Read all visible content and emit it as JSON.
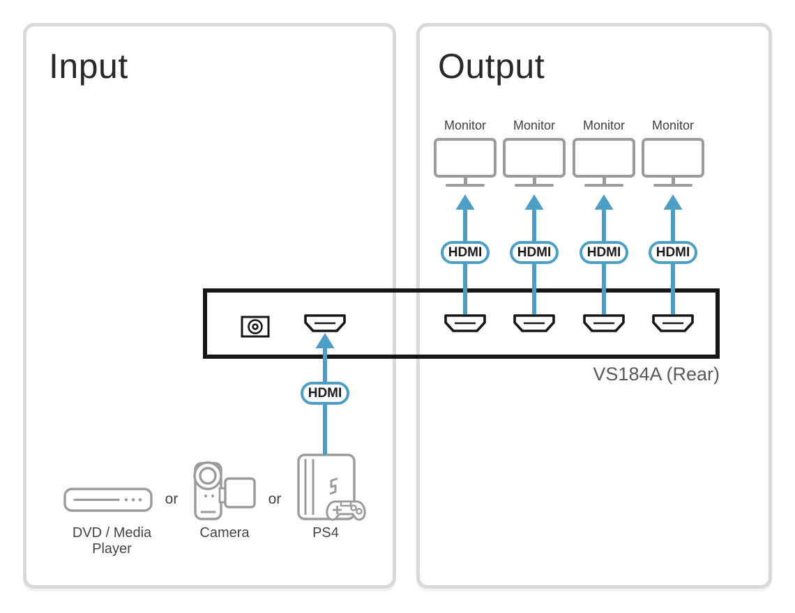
{
  "panels": {
    "input": {
      "title": "Input"
    },
    "output": {
      "title": "Output"
    }
  },
  "monitors": [
    {
      "label": "Monitor"
    },
    {
      "label": "Monitor"
    },
    {
      "label": "Monitor"
    },
    {
      "label": "Monitor"
    }
  ],
  "connections": {
    "output_badges": [
      "HDMI",
      "HDMI",
      "HDMI",
      "HDMI"
    ],
    "input_badge": "HDMI"
  },
  "device": {
    "label": "VS184A (Rear)"
  },
  "sources": {
    "items": [
      {
        "label": "DVD / Media Player"
      },
      {
        "label": "Camera"
      },
      {
        "label": "PS4"
      }
    ],
    "separator_1": "or",
    "separator_2": "or"
  },
  "colors": {
    "accent_blue": "#4d9ec5",
    "icon_gray": "#9b9b9b",
    "device_box_border": "#161616",
    "panel_border": "#d9d9d9",
    "heading_text": "#2b2728",
    "caption_gray": "#58595b"
  }
}
